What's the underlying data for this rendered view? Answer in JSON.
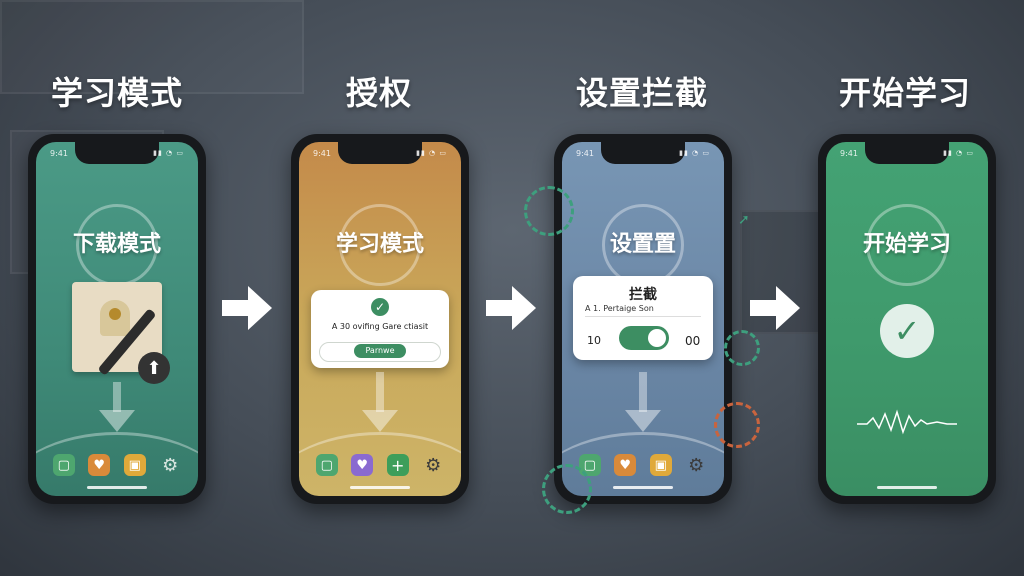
{
  "steps": [
    {
      "title": "学习模式",
      "status_time": "9:41",
      "status_icons": "▮▮ ◔ ▭",
      "screen_title": "下载模式",
      "dock": [
        {
          "icon": "chat-icon",
          "glyph": "▢"
        },
        {
          "icon": "bird-icon",
          "glyph": "♥"
        },
        {
          "icon": "lock-icon",
          "glyph": "▣"
        },
        {
          "icon": "gear-icon",
          "glyph": "⚙"
        }
      ],
      "upload_glyph": "⬆",
      "down_glyph": "⬇"
    },
    {
      "title": "授权",
      "status_time": "9:41",
      "status_icons": "▮▮ ◔ ▭",
      "screen_title": "学习模式",
      "card_text": "A 30 ovifing Gare ctiasit",
      "card_button": "Parnwe",
      "check_glyph": "✓",
      "dock": [
        {
          "icon": "chat-icon",
          "glyph": "▢"
        },
        {
          "icon": "bird-icon",
          "glyph": "♥"
        },
        {
          "icon": "plus-icon",
          "glyph": "+"
        },
        {
          "icon": "gear-icon",
          "glyph": "⚙"
        }
      ]
    },
    {
      "title": "设置拦截",
      "status_time": "9:41",
      "status_icons": "▮▮ ◔ ▭",
      "screen_title": "设置置",
      "card_title": "拦截",
      "card_subtitle": "A 1. Pertaige Son",
      "toggle_left": "10",
      "toggle_right": "00",
      "dock": [
        {
          "icon": "chat-icon",
          "glyph": "▢"
        },
        {
          "icon": "bird-icon",
          "glyph": "♥"
        },
        {
          "icon": "lock-icon",
          "glyph": "▣"
        },
        {
          "icon": "gear-icon",
          "glyph": "⚙"
        }
      ]
    },
    {
      "title": "开始学习",
      "status_time": "9:41",
      "status_icons": "▮▮ ◔ ▭",
      "screen_title": "开始学习",
      "check_glyph": "✓"
    }
  ],
  "colors": {
    "step1_bg": "#3f8a78",
    "step2_bg": "#c9a85a",
    "step3_bg": "#6b87a6",
    "step4_bg": "#3f9a6c",
    "accent_green": "#3d8e62"
  }
}
